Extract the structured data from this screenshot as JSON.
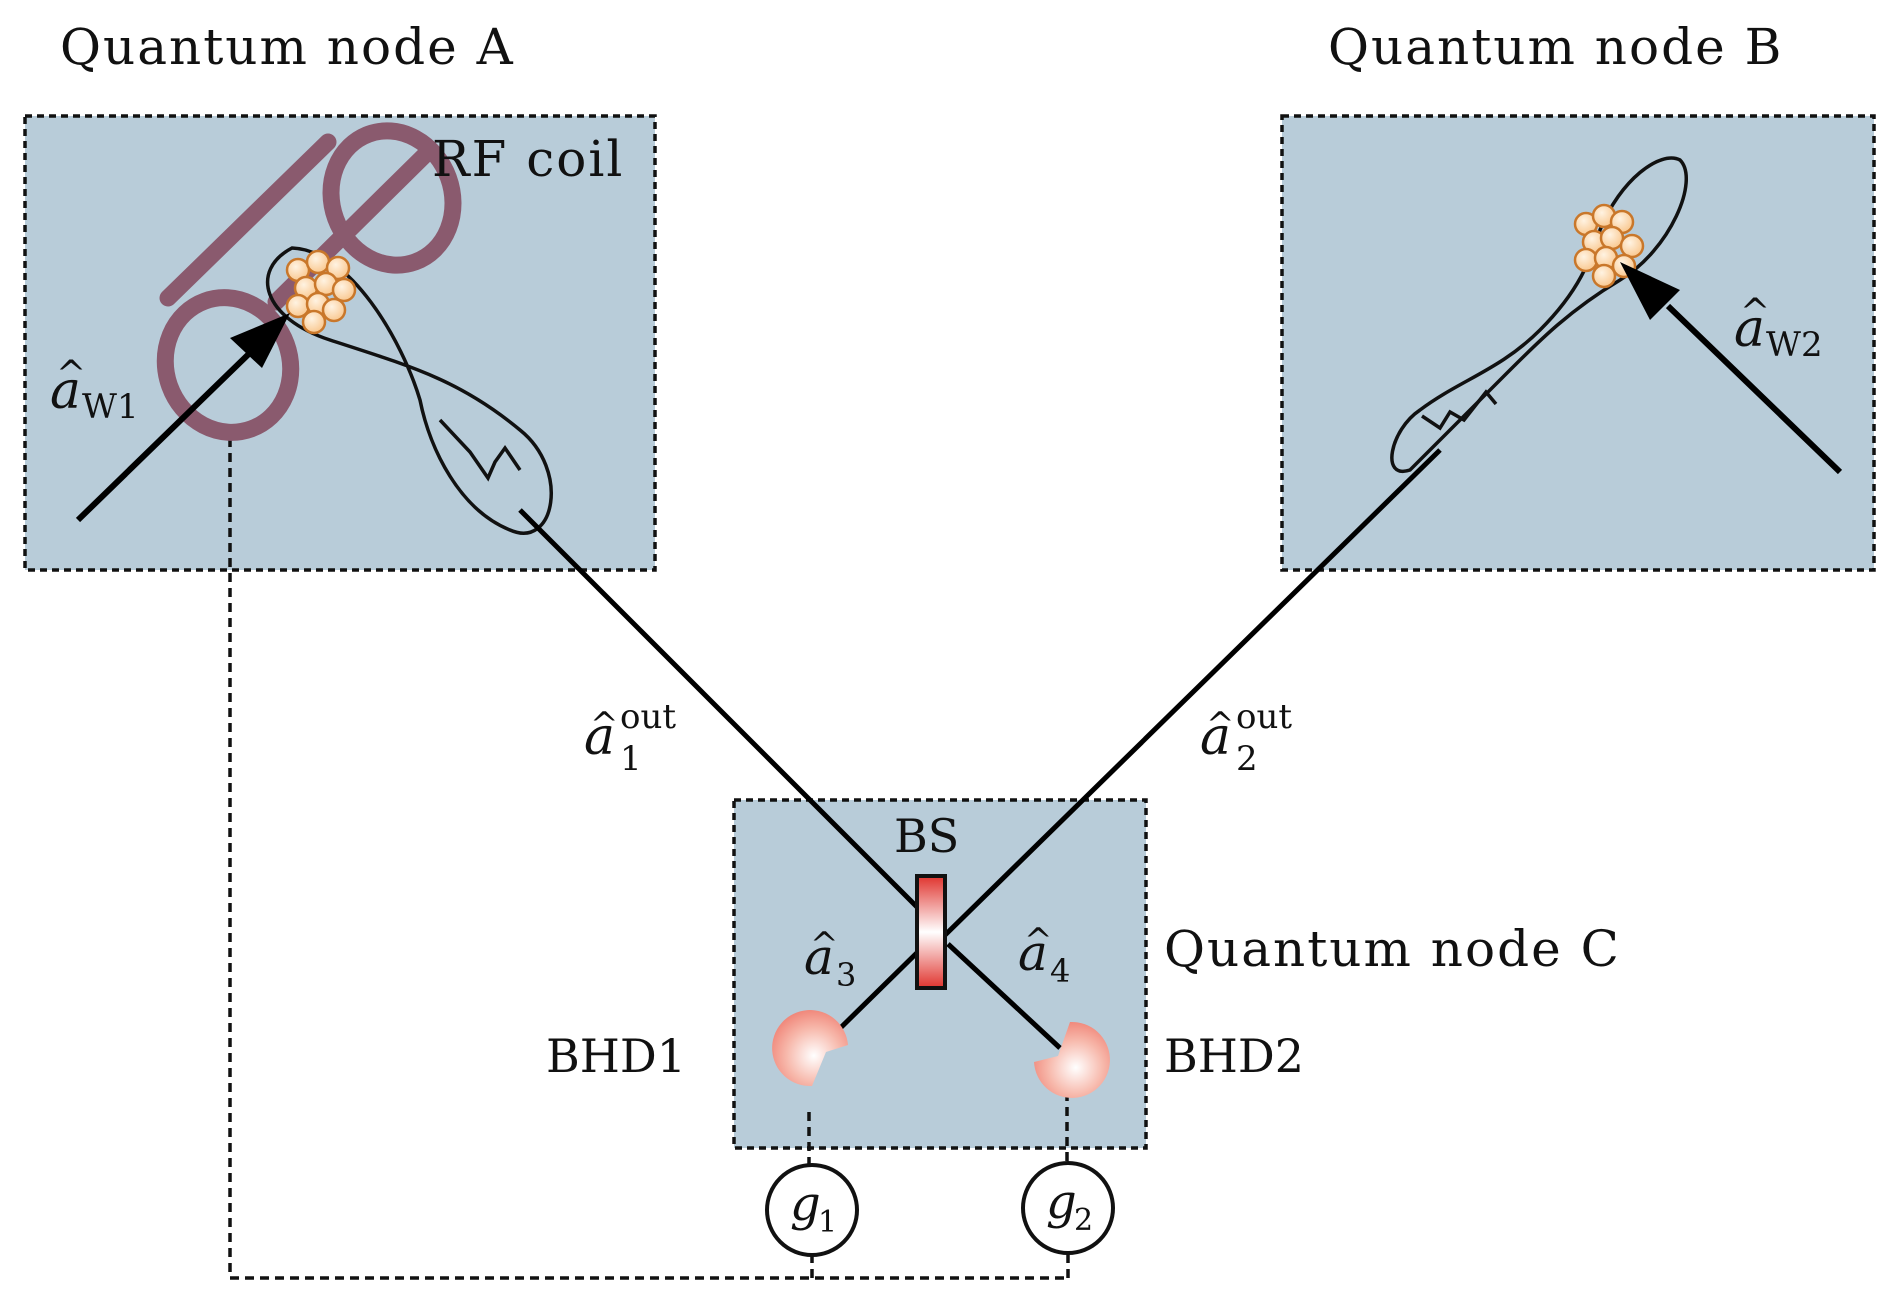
{
  "nodes": {
    "a": {
      "title": "Quantum node A",
      "coil_label": "RF coil"
    },
    "b": {
      "title": "Quantum node B"
    },
    "c": {
      "title": "Quantum node C"
    }
  },
  "components": {
    "beam_splitter": "BS",
    "detector_1": "BHD1",
    "detector_2": "BHD2",
    "gain_1": {
      "symbol": "g",
      "index": "1"
    },
    "gain_2": {
      "symbol": "g",
      "index": "2"
    }
  },
  "modes": {
    "write_1": {
      "symbol": "a",
      "hat": "^",
      "sub": "W1"
    },
    "write_2": {
      "symbol": "a",
      "hat": "^",
      "sub": "W2"
    },
    "out_1": {
      "symbol": "a",
      "hat": "^",
      "sub": "1",
      "sup": "out"
    },
    "out_2": {
      "symbol": "a",
      "hat": "^",
      "sub": "2",
      "sup": "out"
    },
    "mode_3": {
      "symbol": "a",
      "hat": "^",
      "sub": "3"
    },
    "mode_4": {
      "symbol": "a",
      "hat": "^",
      "sub": "4"
    }
  },
  "colors": {
    "node_fill": "#b8ccd9",
    "coil": "#8a5a6e",
    "atom_fill": "#fbd3a6",
    "atom_stroke": "#c9772a",
    "bs_edge": "#e0342e",
    "detector": "#f28b7e"
  }
}
